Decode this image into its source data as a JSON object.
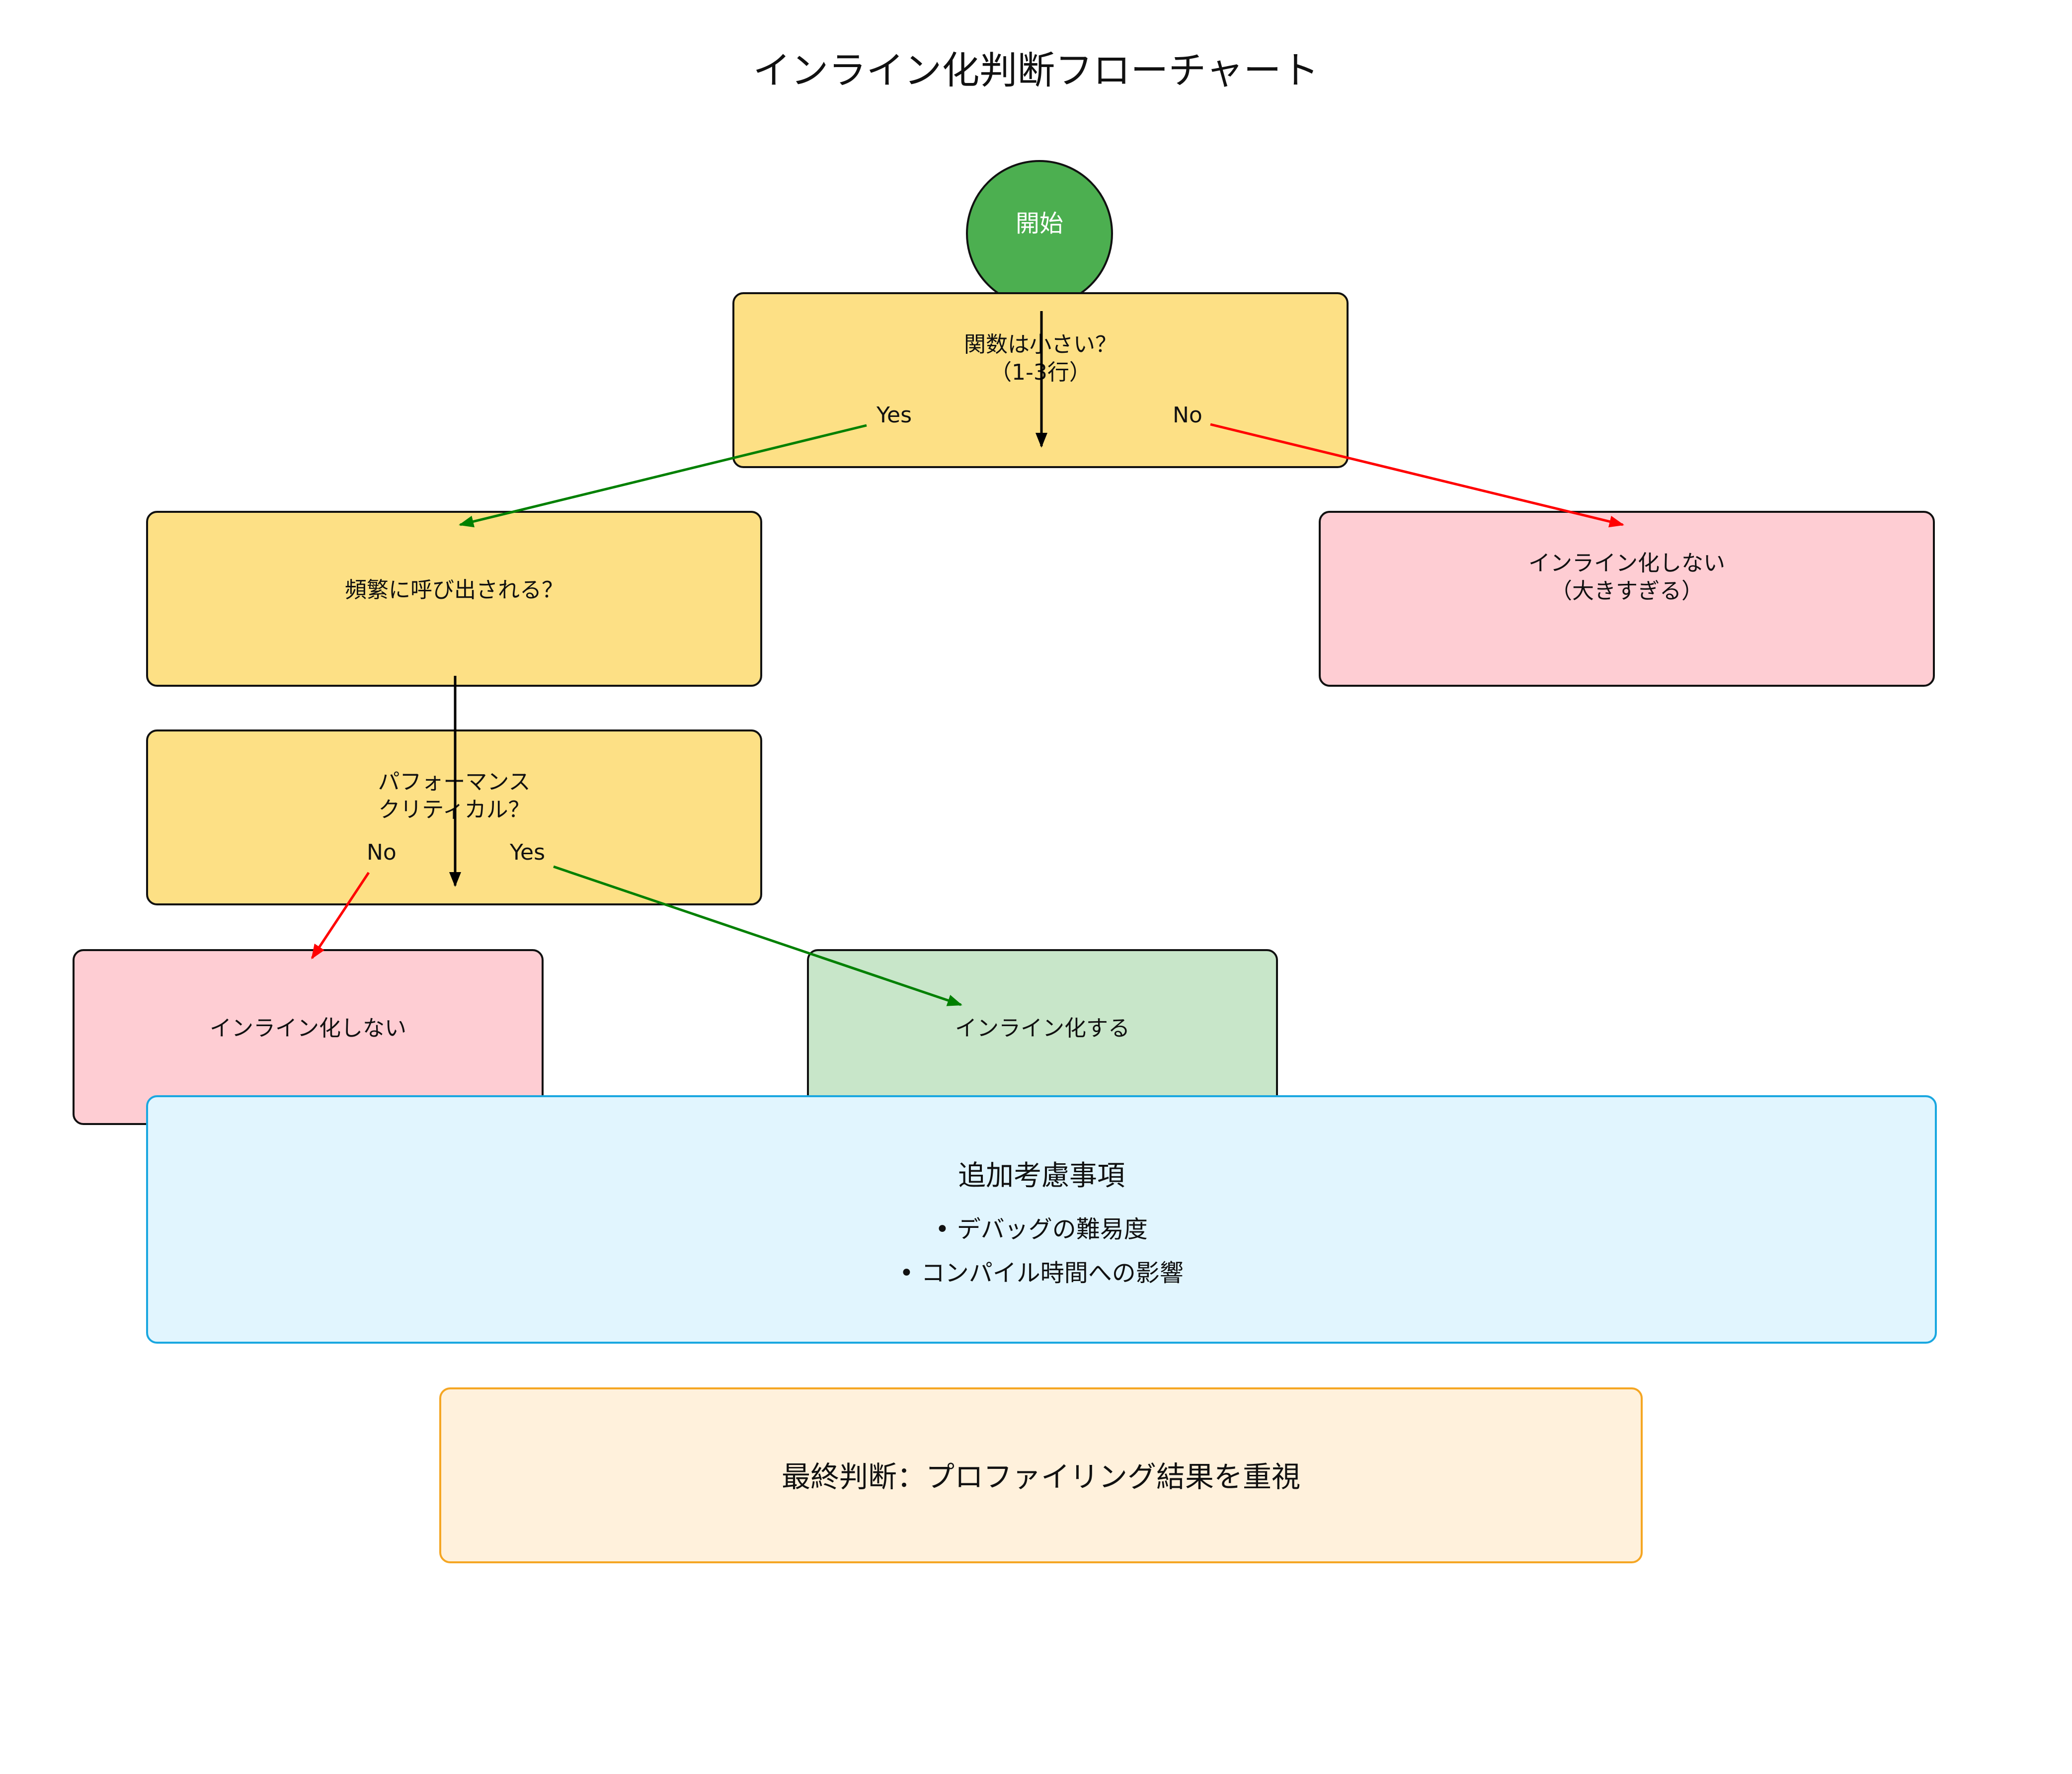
{
  "title": "インライン化判断フローチャート",
  "nodes": {
    "start": "開始",
    "q_small": "関数は小さい？\n（1-3行）",
    "q_frequent": "頻繁に呼び出される？",
    "q_critical": "パフォーマンス\nクリティカル？",
    "no_inline_large": "インライン化しない\n（大きすぎる）",
    "no_inline": "インライン化しない",
    "inline": "インライン化する"
  },
  "edge_labels": {
    "small_yes": "Yes",
    "small_no": "No",
    "critical_no": "No",
    "critical_yes": "Yes"
  },
  "considerations": {
    "heading": "追加考慮事項",
    "items": [
      "• デバッグの難易度",
      "• コンパイル時間への影響"
    ]
  },
  "final_decision": "最終判断：プロファイリング結果を重視",
  "colors": {
    "start": "#4caf50",
    "decision": "#fde085",
    "negative": "#fecdd3",
    "positive": "#c8e6c9",
    "info_bg": "#e1f5fe",
    "info_border": "#1aa7e0",
    "final_bg": "#fff1dc",
    "final_border": "#f5a623",
    "yes_arrow": "#008000",
    "no_arrow": "#ff0000",
    "flow_arrow": "#000000"
  }
}
